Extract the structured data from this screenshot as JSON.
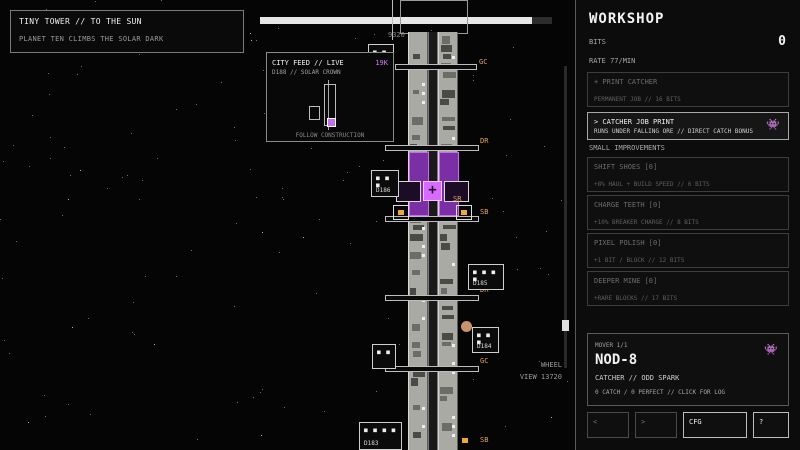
{
  "mission": {
    "title": "TINY TOWER // TO THE SUN",
    "subtitle": "PLANET TEN CLIMBS THE SOLAR DARK"
  },
  "progress": {
    "fraction": 0.93,
    "altitude_label": "9320 KM"
  },
  "tower_labels": {
    "gc1": "GC",
    "dr1": "DR",
    "sr": "SR",
    "sb1": "SB",
    "dr2": "DR",
    "gc2": "GC",
    "sb2": "SB"
  },
  "pods": {
    "d186": "D186",
    "d185": "D185",
    "d184": "D184",
    "d183": "D183"
  },
  "feed": {
    "title": "CITY FEED // LIVE",
    "count": "19K",
    "sub": "D188 // SOLAR CROWN",
    "footer": "FOLLOW CONSTRUCTION"
  },
  "wheel": {
    "line1": "WHEEL",
    "line2": "VIEW 13720"
  },
  "panel": {
    "title": "WORKSHOP",
    "bits_label": "BITS",
    "bits_value": "0",
    "rate": "RATE 77/MIN",
    "print_catcher": {
      "title": "+ PRINT CATCHER",
      "desc": "PERMANENT JOB // 16 BITS"
    },
    "catcher_job": {
      "title": "> CATCHER JOB PRINT",
      "desc": "RUNS UNDER FALLING ORE // DIRECT CATCH BONUS",
      "icon": "space-invader-icon"
    },
    "small_heading": "SMALL IMPROVEMENTS",
    "improvements": [
      {
        "title": "SHIFT SHOES [0]",
        "desc": "+8% HAUL + BUILD SPEED // 6 BITS"
      },
      {
        "title": "CHARGE TEETH [0]",
        "desc": "+10% BREAKER CHARGE // 8 BITS"
      },
      {
        "title": "PIXEL POLISH [0]",
        "desc": "+1 BIT / BLOCK // 12 BITS"
      },
      {
        "title": "DEEPER MINE [0]",
        "desc": "+RARE BLOCKS // 17 BITS"
      }
    ],
    "mover": {
      "kicker": "MOVER 1/1",
      "name": "NOD-8",
      "role": "CATCHER // ODD SPARK",
      "stats": "0 CATCH / 0 PERFECT // CLICK FOR LOG",
      "icon": "space-invader-icon"
    },
    "buttons": {
      "prev": "<",
      "next": ">",
      "cfg": "CFG",
      "help": "?"
    }
  }
}
